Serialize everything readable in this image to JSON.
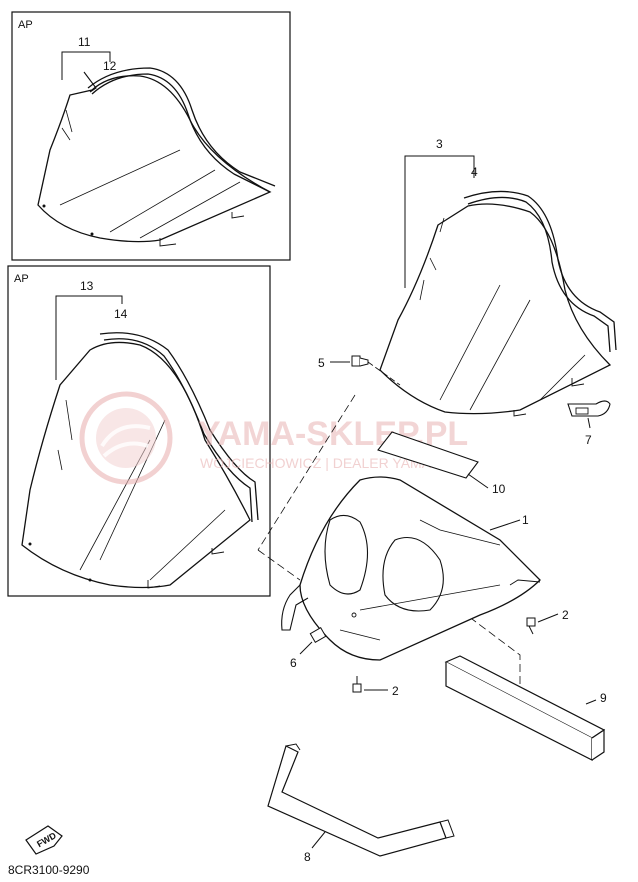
{
  "inset_boxes": [
    {
      "tag": "AP",
      "part_numbers": [
        "11",
        "12"
      ]
    },
    {
      "tag": "AP",
      "part_numbers": [
        "13",
        "14"
      ]
    }
  ],
  "callouts": {
    "p1": "1",
    "p2a": "2",
    "p2b": "2",
    "p3": "3",
    "p4": "4",
    "p5": "5",
    "p6": "6",
    "p7": "7",
    "p8": "8",
    "p9": "9",
    "p10": "10",
    "p11": "11",
    "p12": "12",
    "p13": "13",
    "p14": "14"
  },
  "watermark": {
    "main": "YAMA-SKLEP.PL",
    "sub": "WOJCIECHOWICZ | DEALER YAMAHA"
  },
  "fwd_label": "FWD",
  "diagram_code": "8CR3100-9290"
}
